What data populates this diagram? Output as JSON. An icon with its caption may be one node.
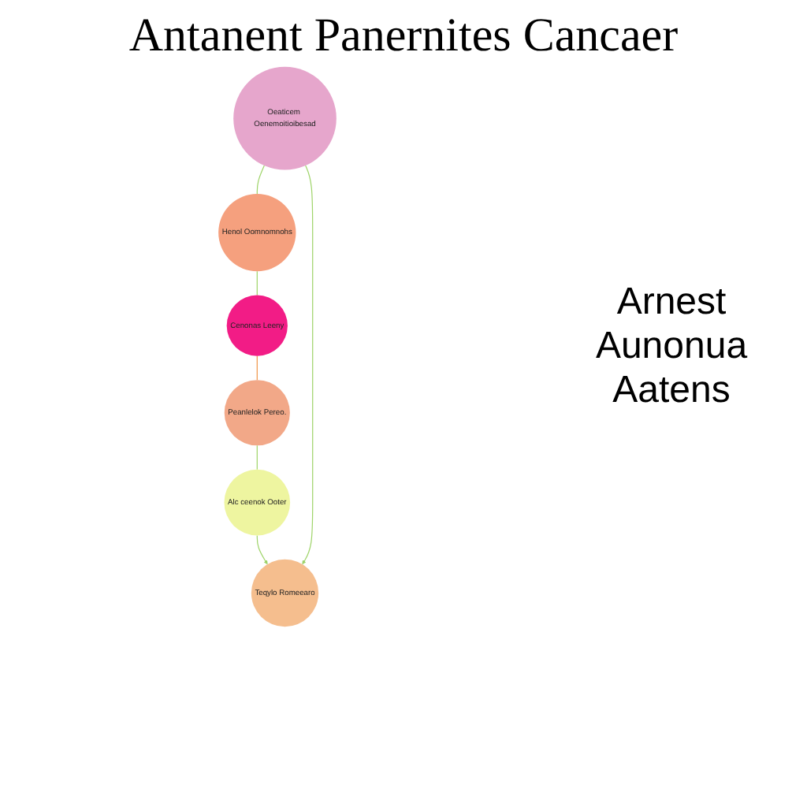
{
  "diagram": {
    "title": "Antanent Panernites Cancaer",
    "nodes": [
      {
        "text": [
          "Teqylo Romeearo"
        ]
      },
      {
        "text": [
          "Alc ceenok Ooter"
        ]
      },
      {
        "text": [
          "Oeaticem Oenemoitioibesad"
        ]
      },
      {
        "text": [
          "Peanlelok Pereo."
        ]
      },
      {
        "text": [
          "Henol Oomnomnohs"
        ]
      },
      {
        "text": [
          "Cenonas Leeny"
        ]
      }
    ],
    "edges": [
      {
        "from": 1,
        "to": 0,
        "arrow": "to"
      },
      {
        "from": 2,
        "to": 0,
        "arrow": "to"
      },
      {
        "from": 2,
        "to": 4,
        "arrow": "none"
      },
      {
        "from": 4,
        "to": 5,
        "arrow": "none"
      },
      {
        "from": 5,
        "to": 3,
        "arrow": "none",
        "color": "#f0964a"
      },
      {
        "from": 3,
        "to": 1,
        "arrow": "none"
      }
    ],
    "labels": [
      "Arnest Aunonua Aatens"
    ]
  }
}
